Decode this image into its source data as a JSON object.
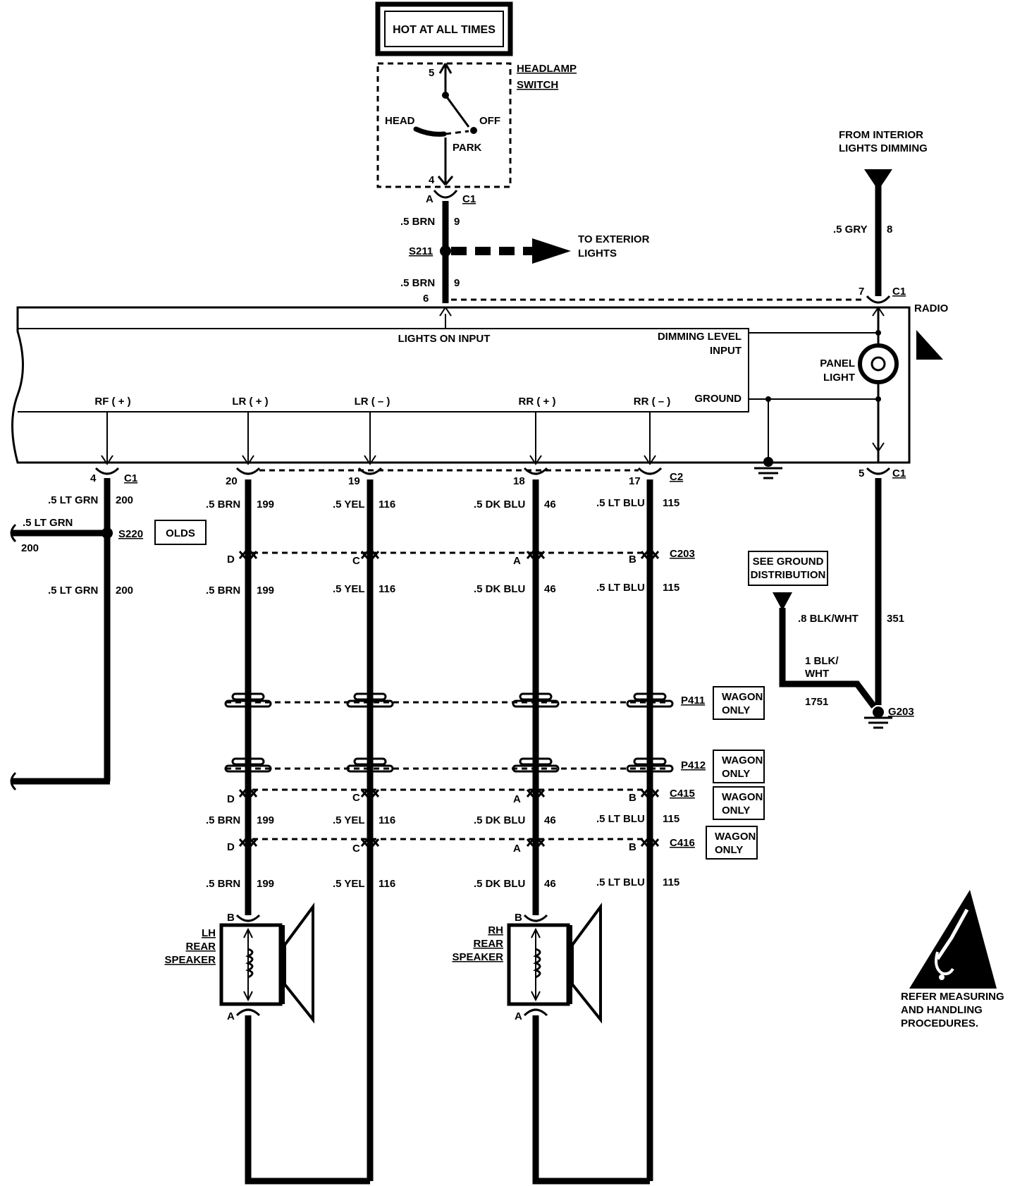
{
  "hot_at_all_times": "HOT AT ALL TIMES",
  "headlamp_switch": {
    "name_line1": "HEADLAMP",
    "name_line2": "SWITCH",
    "pin_top": "5",
    "pin_bottom": "4",
    "head": "HEAD",
    "off": "OFF",
    "park": "PARK"
  },
  "connectors": {
    "c1": "C1",
    "c2": "C2",
    "c203": "C203",
    "c415": "C415",
    "c416": "C416",
    "p411": "P411",
    "p412": "P412"
  },
  "pins": {
    "a": "A",
    "b": "B",
    "c": "C",
    "d": "D",
    "six": "6",
    "seven": "7",
    "four": "4",
    "five": "5",
    "twenty": "20",
    "nineteen": "19",
    "eighteen": "18",
    "seventeen": "17"
  },
  "wires": {
    "brn_05": ".5 BRN",
    "brn_9": "9",
    "gry_05": ".5 GRY",
    "gry_8": "8",
    "ltgrn_05": ".5 LT GRN",
    "ltgrn_200": "200",
    "brn_199": "199",
    "yel_05": ".5 YEL",
    "yel_116": "116",
    "dkblu_05": ".5 DK BLU",
    "dkblu_46": "46",
    "ltblu_05": ".5 LT BLU",
    "ltblu_115": "115",
    "blkwht_08": ".8 BLK/WHT",
    "n351": "351",
    "blk_1_line1": "1 BLK/",
    "blk_1_line2": "WHT",
    "n1751": "1751"
  },
  "splices": {
    "s211": "S211",
    "s220": "S220",
    "g203": "G203"
  },
  "to_exterior_line1": "TO EXTERIOR",
  "to_exterior_line2": "LIGHTS",
  "from_interior_line1": "FROM INTERIOR",
  "from_interior_line2": "LIGHTS DIMMING",
  "radio": {
    "name": "RADIO",
    "lights_on_input": "LIGHTS ON INPUT",
    "dimming_line1": "DIMMING LEVEL",
    "dimming_line2": "INPUT",
    "panel_line1": "PANEL",
    "panel_line2": "LIGHT",
    "ground": "GROUND",
    "rf_plus": "RF ( + )",
    "lr_plus": "LR ( + )",
    "lr_minus": "LR ( – )",
    "rr_plus": "RR ( + )",
    "rr_minus": "RR ( – )"
  },
  "olds": "OLDS",
  "wagon_line1": "WAGON",
  "wagon_line2": "ONLY",
  "see_ground_line1": "SEE GROUND",
  "see_ground_line2": "DISTRIBUTION",
  "lh_speaker": [
    "LH",
    "REAR",
    "SPEAKER"
  ],
  "rh_speaker": [
    "RH",
    "REAR",
    "SPEAKER"
  ],
  "esd_note": [
    "REFER MEASURING",
    "AND HANDLING",
    "PROCEDURES."
  ]
}
